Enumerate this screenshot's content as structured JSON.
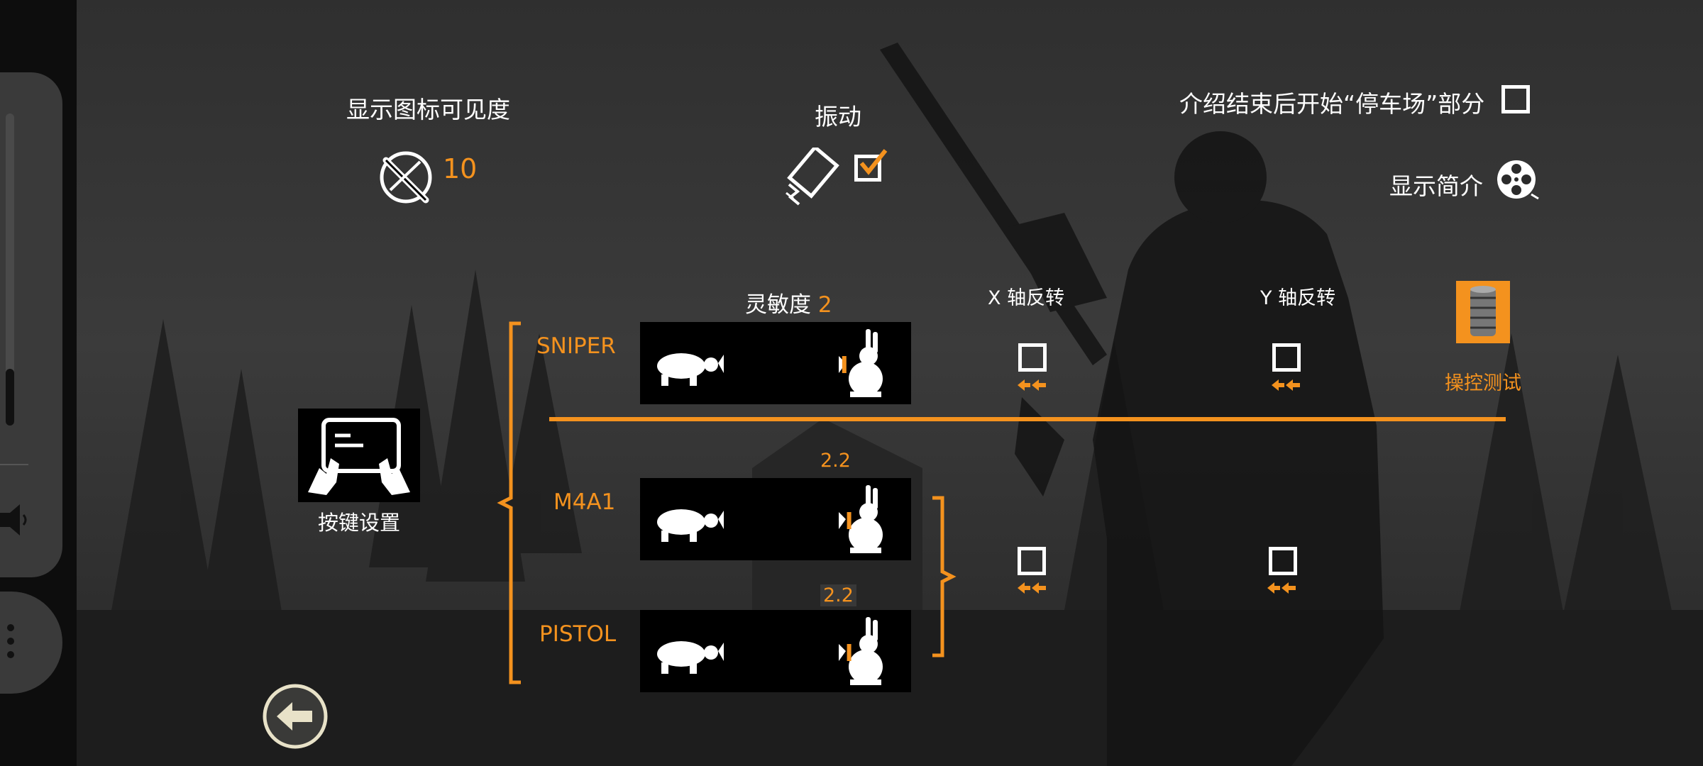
{
  "settings": {
    "icon_visibility": {
      "label": "显示图标可见度",
      "value": "10"
    },
    "vibration": {
      "label": "振动",
      "checked": true
    },
    "parking_start": {
      "label": "介绍结束后开始“停车场”部分",
      "checked": false
    },
    "show_intro": {
      "label": "显示简介"
    }
  },
  "sensitivity": {
    "header_label": "灵敏度",
    "header_value": "2",
    "x_invert_label": "X 轴反转",
    "y_invert_label": "Y 轴反转",
    "weapons": [
      {
        "name": "SNIPER",
        "value": "2",
        "level": 0.72
      },
      {
        "name": "M4A1",
        "value": "2.2",
        "level": 0.74
      },
      {
        "name": "PISTOL",
        "value": "2.2",
        "level": 0.74
      }
    ]
  },
  "control_test": {
    "label": "操控测试"
  },
  "key_settings": {
    "label": "按键设置"
  },
  "colors": {
    "accent": "#f4921e",
    "text": "#ffffff",
    "panel": "#000000"
  },
  "icons": {
    "visibility": "crossed-rifle-icon",
    "vibration": "vibrating-phone-icon",
    "intro": "film-reel-icon",
    "control_test": "barrel-icon",
    "key_settings": "hands-tablet-icon",
    "back": "back-arrow-icon",
    "slow": "turtle-icon",
    "fast": "rabbit-icon"
  }
}
